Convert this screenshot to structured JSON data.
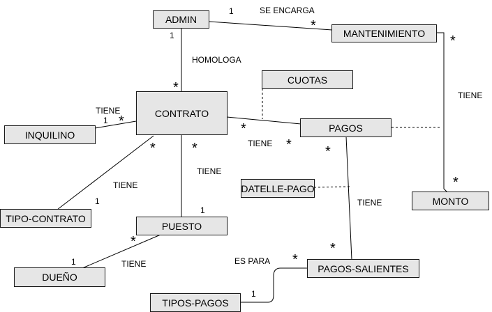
{
  "entities": {
    "admin": "ADMIN",
    "mantenimiento": "MANTENIMIENTO",
    "cuotas": "CUOTAS",
    "contrato": "CONTRATO",
    "inquilino": "INQUILINO",
    "pagos": "PAGOS",
    "datelle_pago": "DATELLE-PAGO",
    "monto": "MONTO",
    "tipo_contrato": "TIPO-CONTRATO",
    "puesto": "PUESTO",
    "dueno": "DUEÑO",
    "pagos_salientes": "PAGOS-SALIENTES",
    "tipos_pagos": "TIPOS-PAGOS"
  },
  "relationships": {
    "se_encarga": "SE ENCARGA",
    "homologa": "HOMOLOGA",
    "tiene_inquilino": "TIENE",
    "tiene_pagos": "TIENE",
    "tiene_tipo_contrato": "TIENE",
    "tiene_puesto": "TIENE",
    "tiene_dueno": "TIENE",
    "tiene_monto": "TIENE",
    "tiene_pagos_salientes": "TIENE",
    "es_para": "ES PARA"
  },
  "cardinality": {
    "one": "1",
    "many": "*"
  }
}
